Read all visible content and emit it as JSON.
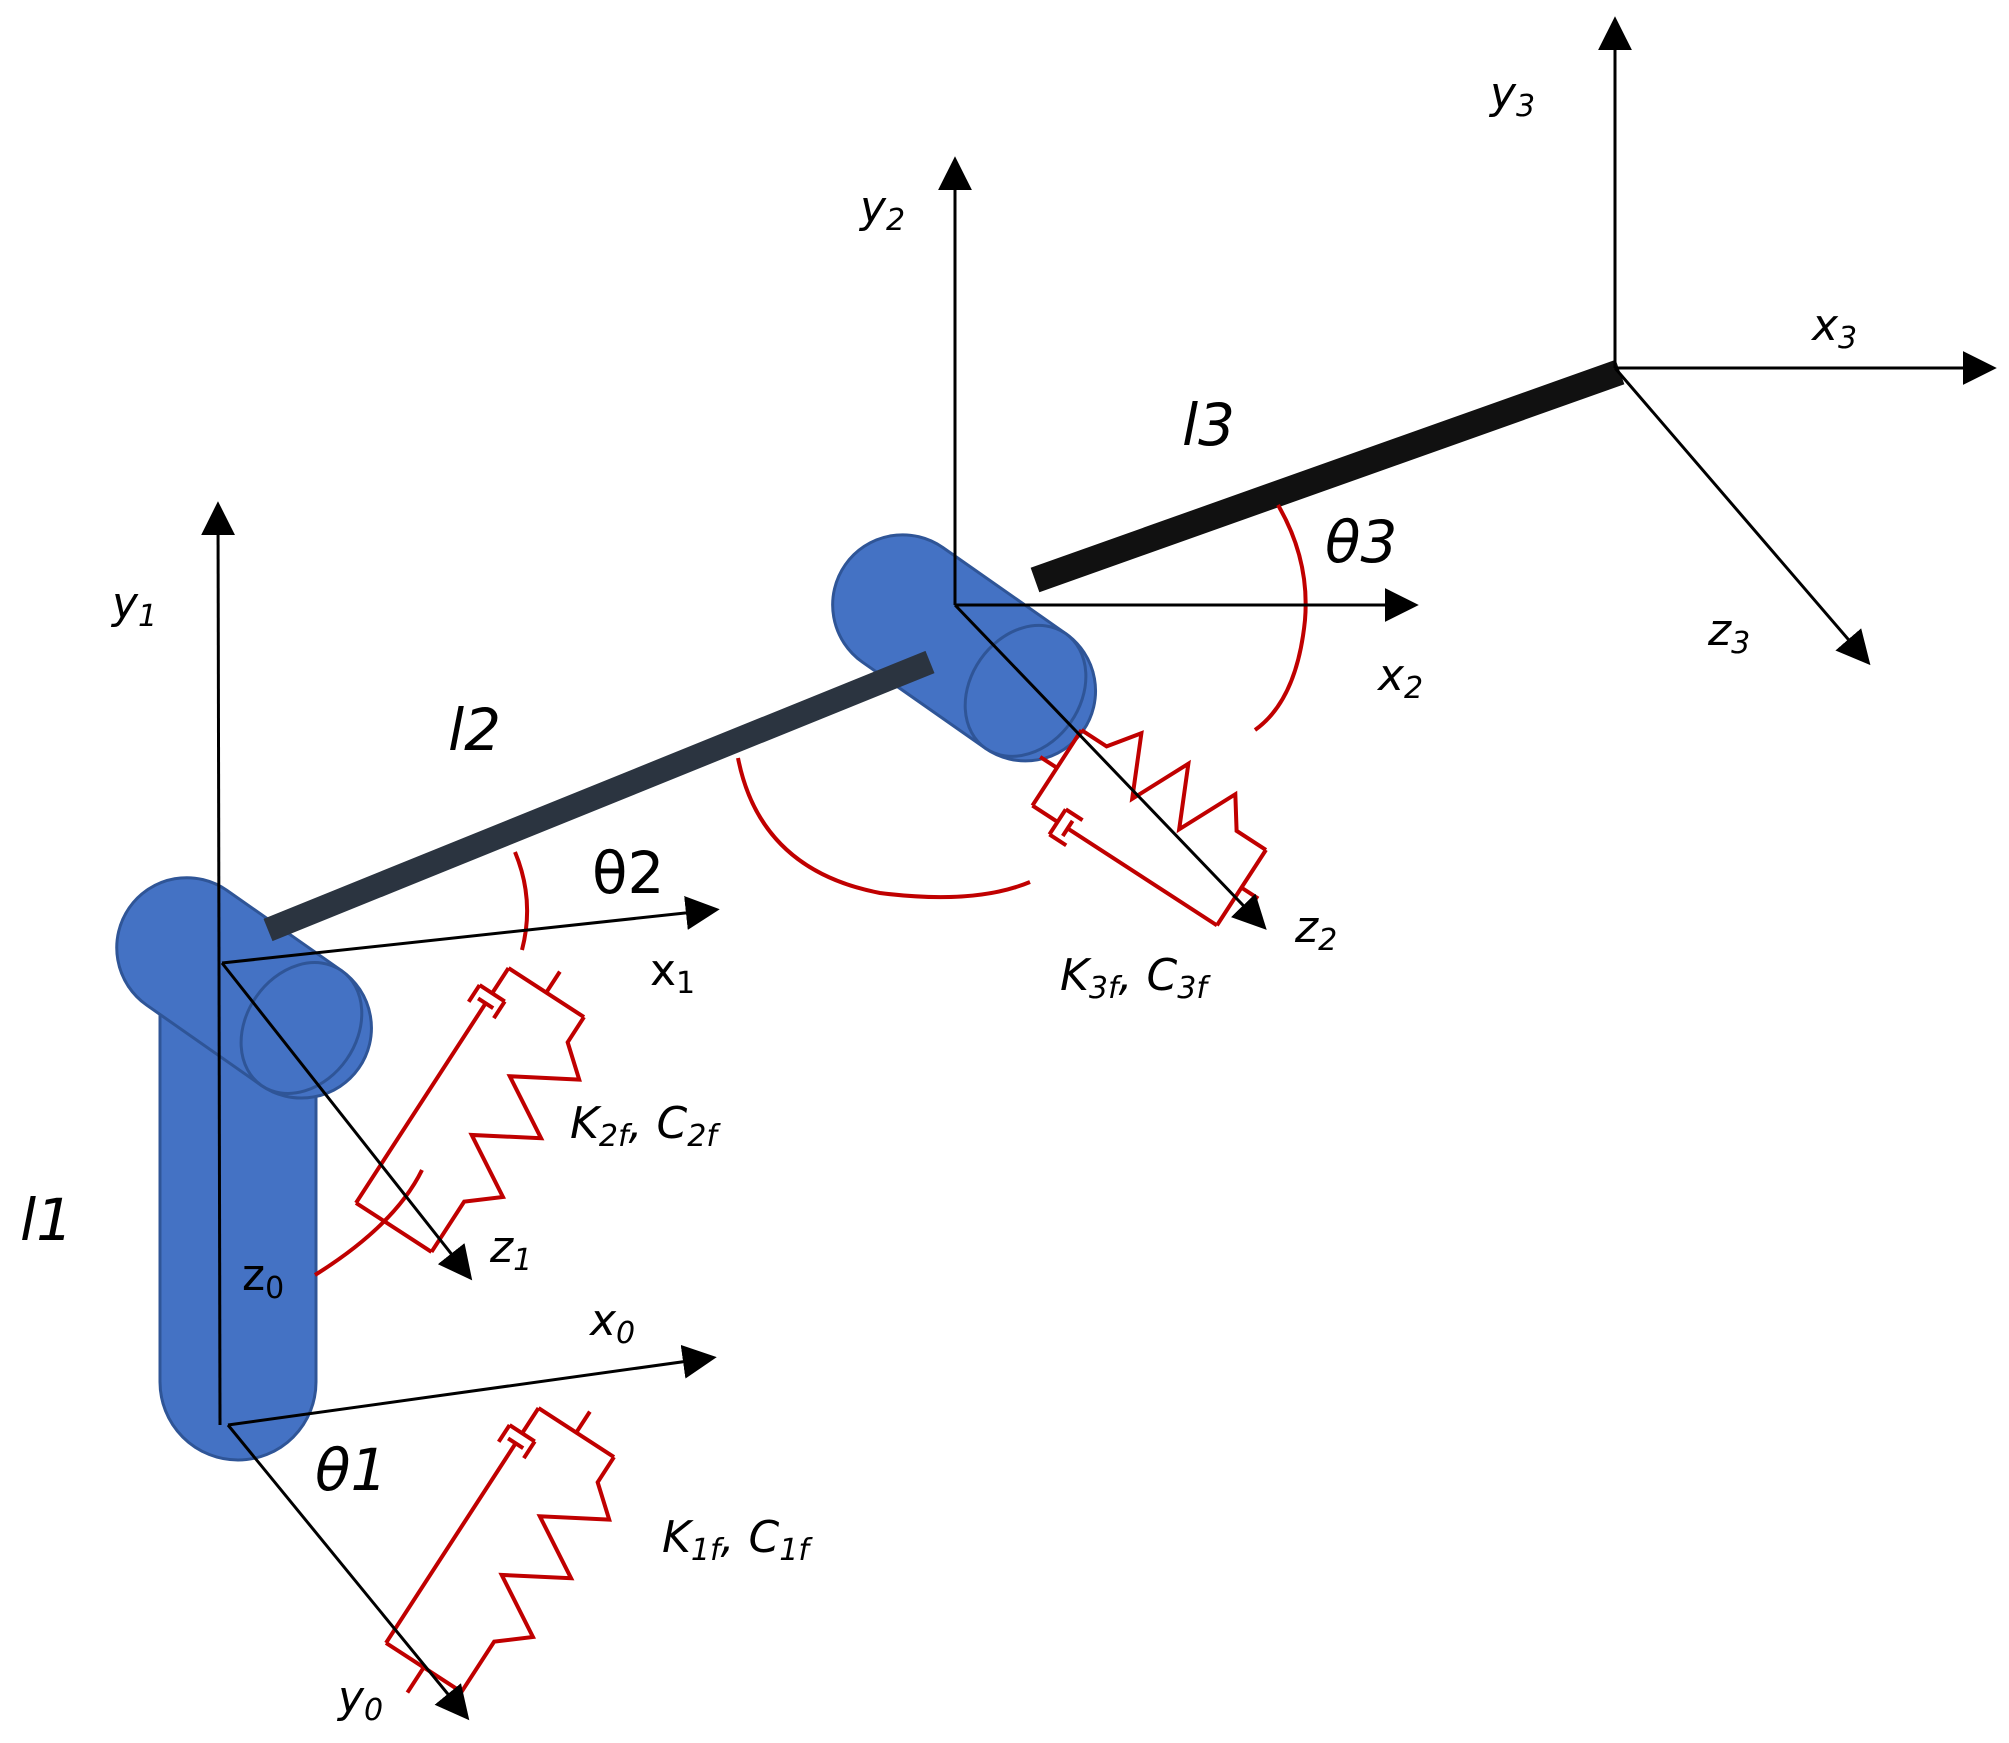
{
  "colors": {
    "joint_blue": "#4472c4",
    "joint_outline": "#2f5597",
    "spring_red": "#c00000",
    "link_dark": "#2b3440",
    "link_black": "#111111",
    "axis": "#000000"
  },
  "labels": {
    "y0": {
      "base": "y",
      "sub": "0"
    },
    "x0": {
      "base": "x",
      "sub": "0"
    },
    "z0": {
      "base": "z",
      "sub": "0"
    },
    "y1": {
      "base": "y",
      "sub": "1"
    },
    "x1": {
      "base": "x",
      "sub": "1"
    },
    "z1": {
      "base": "z",
      "sub": "1"
    },
    "y2": {
      "base": "y",
      "sub": "2"
    },
    "x2": {
      "base": "x",
      "sub": "2"
    },
    "z2": {
      "base": "z",
      "sub": "2"
    },
    "y3": {
      "base": "y",
      "sub": "3"
    },
    "x3": {
      "base": "x",
      "sub": "3"
    },
    "z3": {
      "base": "z",
      "sub": "3"
    },
    "l1": "l1",
    "l2": "l2",
    "l3": "l3",
    "theta1": "θ1",
    "theta2": "θ2",
    "theta3": "θ3",
    "k1": {
      "k": "K",
      "ksub": "1f",
      "sep": ", ",
      "c": "C",
      "csub": "1f"
    },
    "k2": {
      "k": "K",
      "ksub": "2f",
      "sep": ", ",
      "c": "C",
      "csub": "2f"
    },
    "k3": {
      "k": "K",
      "ksub": "3f",
      "sep": ", ",
      "c": "C",
      "csub": "3f"
    }
  }
}
